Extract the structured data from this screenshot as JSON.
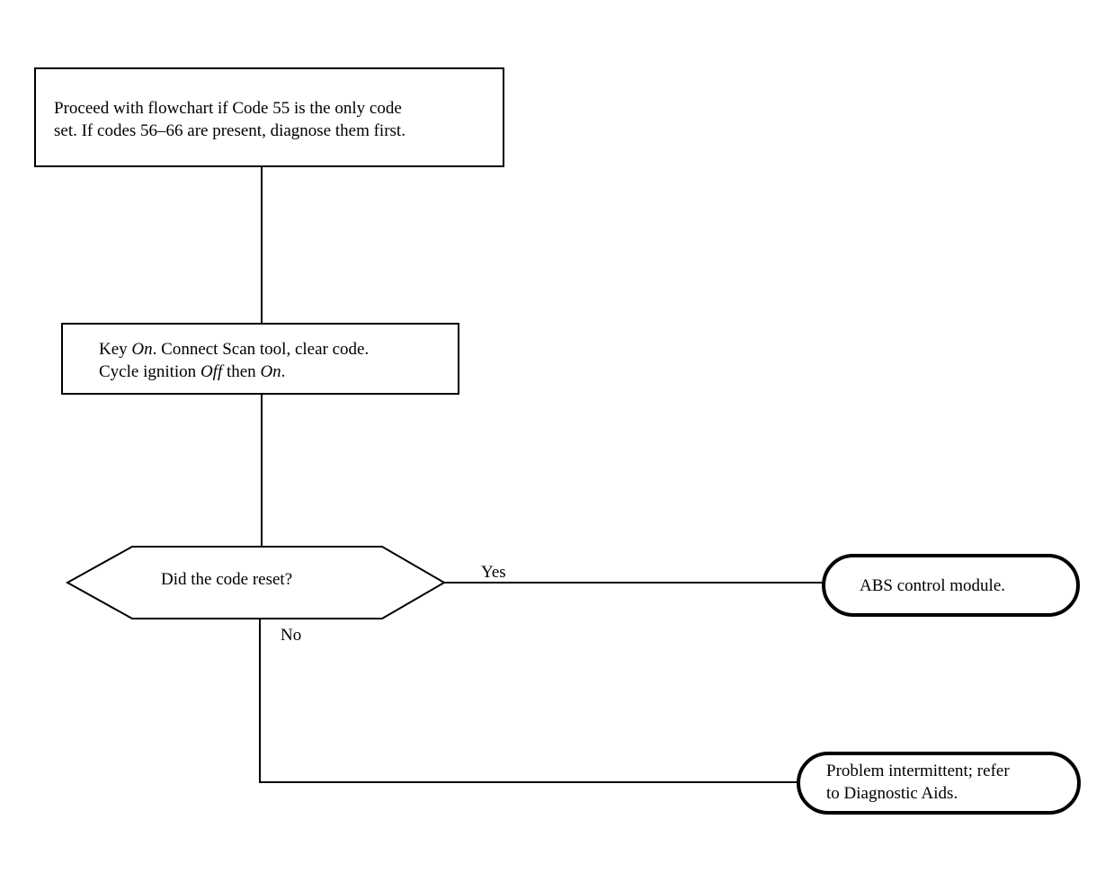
{
  "nodes": {
    "start": {
      "lines": [
        [
          {
            "t": "Proceed with flowchart if Code 55 is the only code",
            "i": false
          }
        ],
        [
          {
            "t": "set. If codes 56–66 are present, diagnose them first.",
            "i": false
          }
        ]
      ]
    },
    "step": {
      "lines": [
        [
          {
            "t": "Key ",
            "i": false
          },
          {
            "t": "On",
            "i": true
          },
          {
            "t": ". Connect Scan tool, clear code.",
            "i": false
          }
        ],
        [
          {
            "t": "Cycle ignition ",
            "i": false
          },
          {
            "t": "Off",
            "i": true
          },
          {
            "t": " then ",
            "i": false
          },
          {
            "t": "On",
            "i": true
          },
          {
            "t": ".",
            "i": false
          }
        ]
      ]
    },
    "decision": {
      "lines": [
        [
          {
            "t": "Did the code reset?",
            "i": false
          }
        ]
      ]
    },
    "yes_end": {
      "lines": [
        [
          {
            "t": "ABS control module.",
            "i": false
          }
        ]
      ]
    },
    "no_end": {
      "lines": [
        [
          {
            "t": "Problem intermittent; refer",
            "i": false
          }
        ],
        [
          {
            "t": "to Diagnostic Aids.",
            "i": false
          }
        ]
      ]
    }
  },
  "edges": {
    "yes_label": "Yes",
    "no_label": "No"
  }
}
